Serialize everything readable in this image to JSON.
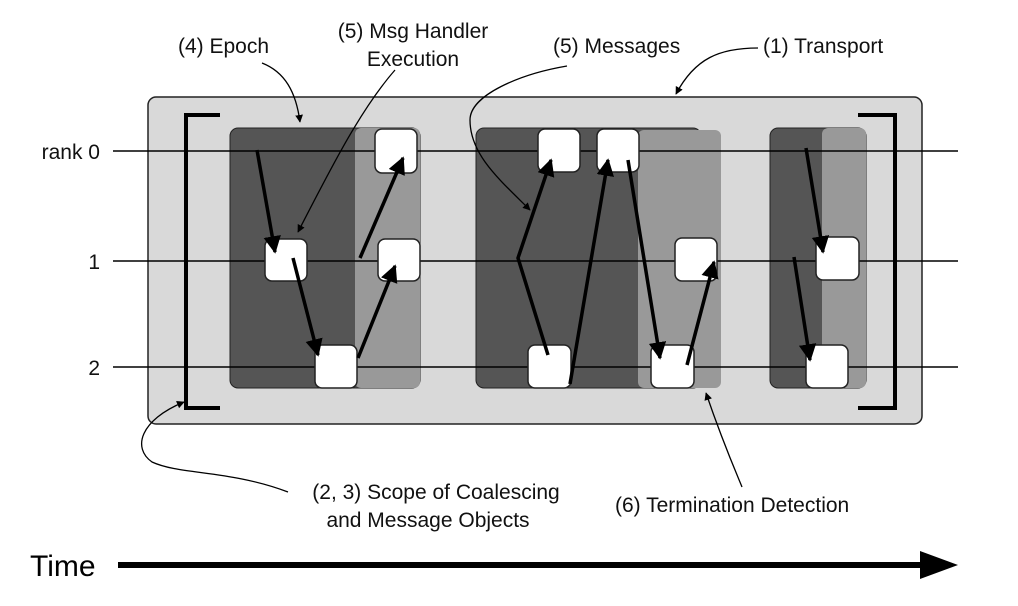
{
  "rank_labels": [
    "rank 0",
    "1",
    "2"
  ],
  "annotations": {
    "epoch": "(4) Epoch",
    "handler_line1": "(5) Msg Handler",
    "handler_line2": "Execution",
    "messages": "(5) Messages",
    "transport": "(1) Transport",
    "scope_line1": "(2, 3) Scope of Coalescing",
    "scope_line2": "and Message Objects",
    "termination": "(6) Termination Detection"
  },
  "time_label": "Time",
  "colors": {
    "transport_box": "#d9d9d9",
    "epoch_dark": "#555555",
    "termination_light": "#999999",
    "message_box": "#ffffff",
    "lines": "#000000"
  }
}
